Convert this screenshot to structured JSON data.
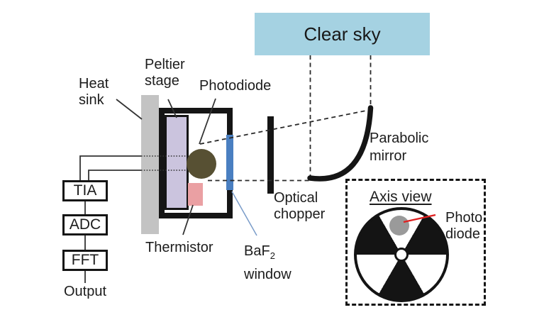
{
  "figure": {
    "sky": {
      "label": "Clear sky"
    },
    "optics": {
      "parabolic_mirror_label": "Parabolic\nmirror",
      "optical_chopper_label": "Optical\nchopper",
      "baf2_base": "BaF",
      "baf2_sub": "2",
      "baf2_line2": "window"
    },
    "detector": {
      "heat_sink_label": "Heat\nsink",
      "peltier_label": "Peltier\nstage",
      "photodiode_label": "Photodiode",
      "thermistor_label": "Thermistor"
    },
    "chain": {
      "tia": "TIA",
      "adc": "ADC",
      "fft": "FFT",
      "output": "Output"
    },
    "inset": {
      "title": "Axis view",
      "photo_diode_label": "Photo\ndiode"
    },
    "colors": {
      "sky_fill": "#a5d2e2",
      "heat_sink_gray": "#c3c3c3",
      "peltier_lavender": "#cbc4de",
      "photodiode_olive": "#575033",
      "thermistor_pink": "#eaa0a3",
      "baf2_window_blue": "#4a7fc1",
      "wheel_diode_gray": "#9a9a9a",
      "annotation_red": "#e02020",
      "annotation_blue": "#7a9cc9",
      "line_black": "#1a1a1a"
    }
  }
}
